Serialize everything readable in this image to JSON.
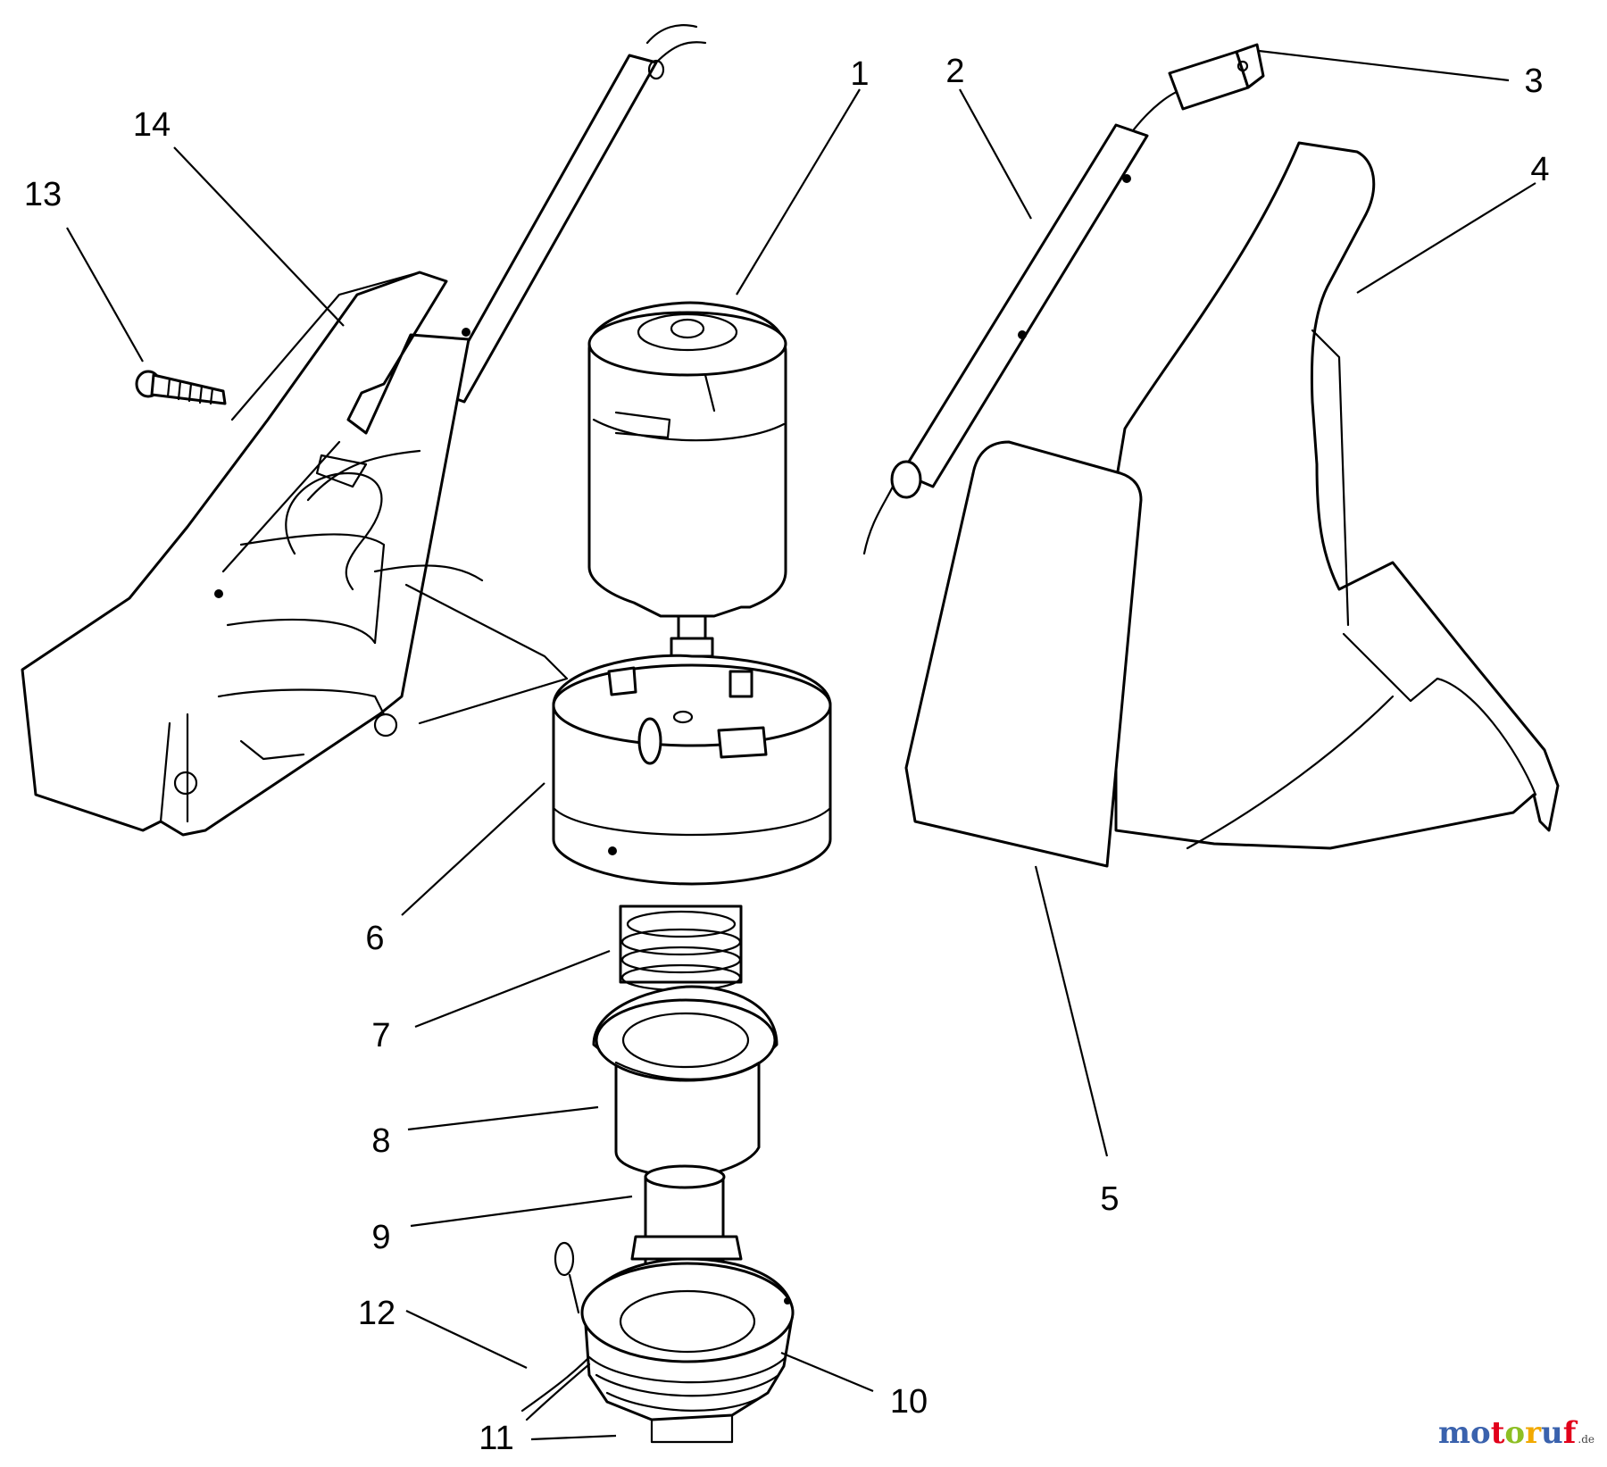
{
  "diagram": {
    "labels": {
      "1": "1",
      "2": "2",
      "3": "3",
      "4": "4",
      "5": "5",
      "6": "6",
      "7": "7",
      "8": "8",
      "9": "9",
      "10": "10",
      "11": "11",
      "12": "12",
      "13": "13",
      "14": "14"
    }
  },
  "watermark": {
    "letters": [
      "m",
      "o",
      "t",
      "o",
      "r",
      "u",
      "f"
    ],
    "letter_colors": [
      "#3a62ad",
      "#3a62ad",
      "#e2001a",
      "#8dbf24",
      "#f2a900",
      "#3a62ad",
      "#e2001a"
    ],
    "suffix": ".de"
  }
}
